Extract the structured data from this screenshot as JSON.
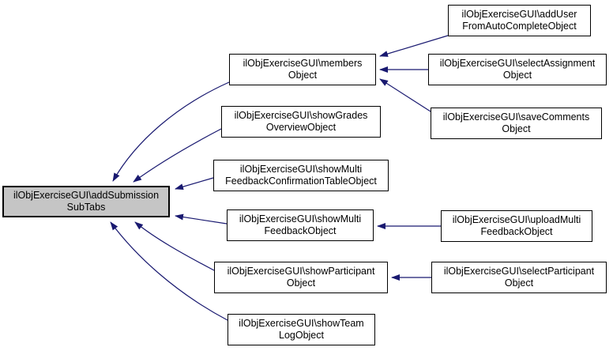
{
  "diagram": {
    "kind": "doxygen-caller-graph",
    "edge_color": "#191970",
    "node_border_color": "#000000",
    "main_node_fill": "#c5c5c5",
    "background": "#ffffff",
    "nodes": [
      {
        "id": "addSubmissionSubTabs",
        "label": "ilObjExerciseGUI\\addSubmissionSubTabs",
        "line1": "ilObjExerciseGUI\\addSubmission",
        "line2": "SubTabs",
        "highlighted": true
      },
      {
        "id": "membersObject",
        "label": "ilObjExerciseGUI\\membersObject",
        "line1": "ilObjExerciseGUI\\members",
        "line2": "Object",
        "highlighted": false
      },
      {
        "id": "showGradesOverviewObject",
        "label": "ilObjExerciseGUI\\showGradesOverviewObject",
        "line1": "ilObjExerciseGUI\\showGrades",
        "line2": "OverviewObject",
        "highlighted": false
      },
      {
        "id": "showMultiFeedbackConfirmationTableObject",
        "label": "ilObjExerciseGUI\\showMultiFeedbackConfirmationTableObject",
        "line1": "ilObjExerciseGUI\\showMulti",
        "line2": "FeedbackConfirmationTableObject",
        "highlighted": false
      },
      {
        "id": "showMultiFeedbackObject",
        "label": "ilObjExerciseGUI\\showMultiFeedbackObject",
        "line1": "ilObjExerciseGUI\\showMulti",
        "line2": "FeedbackObject",
        "highlighted": false
      },
      {
        "id": "showParticipantObject",
        "label": "ilObjExerciseGUI\\showParticipantObject",
        "line1": "ilObjExerciseGUI\\showParticipant",
        "line2": "Object",
        "highlighted": false
      },
      {
        "id": "showTeamLogObject",
        "label": "ilObjExerciseGUI\\showTeamLogObject",
        "line1": "ilObjExerciseGUI\\showTeam",
        "line2": "LogObject",
        "highlighted": false
      },
      {
        "id": "addUserFromAutoCompleteObject",
        "label": "ilObjExerciseGUI\\addUserFromAutoCompleteObject",
        "line1": "ilObjExerciseGUI\\addUser",
        "line2": "FromAutoCompleteObject",
        "highlighted": false
      },
      {
        "id": "selectAssignmentObject",
        "label": "ilObjExerciseGUI\\selectAssignmentObject",
        "line1": "ilObjExerciseGUI\\selectAssignment",
        "line2": "Object",
        "highlighted": false
      },
      {
        "id": "saveCommentsObject",
        "label": "ilObjExerciseGUI\\saveCommentsObject",
        "line1": "ilObjExerciseGUI\\saveComments",
        "line2": "Object",
        "highlighted": false
      },
      {
        "id": "uploadMultiFeedbackObject",
        "label": "ilObjExerciseGUI\\uploadMultiFeedbackObject",
        "line1": "ilObjExerciseGUI\\uploadMulti",
        "line2": "FeedbackObject",
        "highlighted": false
      },
      {
        "id": "selectParticipantObject",
        "label": "ilObjExerciseGUI\\selectParticipantObject",
        "line1": "ilObjExerciseGUI\\selectParticipant",
        "line2": "Object",
        "highlighted": false
      }
    ],
    "edges": [
      {
        "from": "membersObject",
        "to": "addSubmissionSubTabs"
      },
      {
        "from": "showGradesOverviewObject",
        "to": "addSubmissionSubTabs"
      },
      {
        "from": "showMultiFeedbackConfirmationTableObject",
        "to": "addSubmissionSubTabs"
      },
      {
        "from": "showMultiFeedbackObject",
        "to": "addSubmissionSubTabs"
      },
      {
        "from": "showParticipantObject",
        "to": "addSubmissionSubTabs"
      },
      {
        "from": "showTeamLogObject",
        "to": "addSubmissionSubTabs"
      },
      {
        "from": "addUserFromAutoCompleteObject",
        "to": "membersObject"
      },
      {
        "from": "selectAssignmentObject",
        "to": "membersObject"
      },
      {
        "from": "saveCommentsObject",
        "to": "membersObject"
      },
      {
        "from": "uploadMultiFeedbackObject",
        "to": "showMultiFeedbackObject"
      },
      {
        "from": "selectParticipantObject",
        "to": "showParticipantObject"
      }
    ]
  }
}
